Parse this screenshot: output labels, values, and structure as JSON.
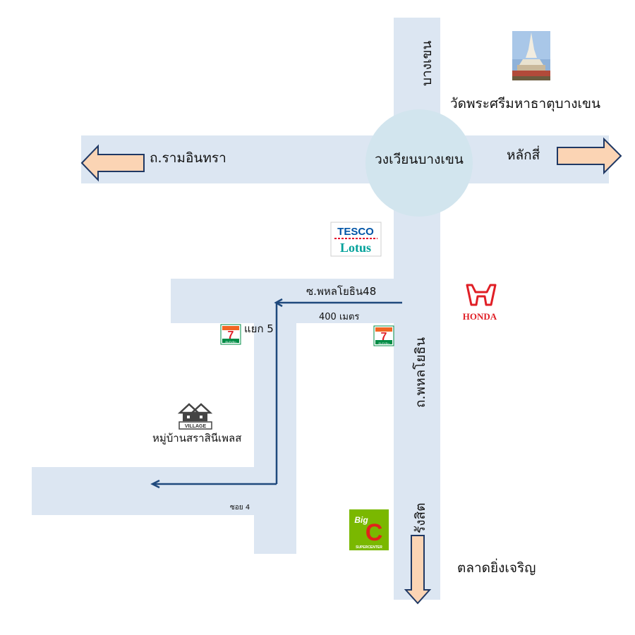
{
  "map": {
    "roads": {
      "north": "บางเขน",
      "west": "ถ.รามอินทรา",
      "east": "หลักสี่",
      "main_vertical": "ถ.พหลโยธิน",
      "south_direction": "รังสิต",
      "branch_road": "ซ.พหลโยธิน48",
      "branch_distance": "400 เมตร",
      "junction": "แยก 5",
      "alley": "ซอย 4"
    },
    "roundabout": "วงเวียนบางเขน",
    "landmarks": {
      "temple": "วัดพระศรีมหาธาตุบางเขน",
      "market": "ตลาดยิ่งเจริญ",
      "village": "หมู่บ้านสราสินีเพลส",
      "village_sign": "VILLAGE"
    },
    "logos": {
      "tesco_top": "TESCO",
      "tesco_bottom": "Lotus",
      "honda": "HONDA",
      "bigc_top": "Big",
      "bigc_letter": "C",
      "bigc_bottom": "SUPERCENTER",
      "seven_digit": "7",
      "seven_word": "ELEVEn"
    },
    "colors": {
      "road": "#dce6f2",
      "roundabout": "#d2e5ee",
      "route": "#1f497d",
      "arrow_fill": "#fbd4b4",
      "arrow_stroke": "#1f3864",
      "honda_red": "#e01f26",
      "seven_green": "#008c45",
      "seven_orange": "#f26522",
      "bigc_green": "#7ab800",
      "bigc_red": "#e2231a",
      "tesco_blue": "#0054a6",
      "tesco_red": "#e4002b"
    },
    "icons": [
      "roundabout",
      "temple-photo",
      "tesco-lotus-logo",
      "honda-logo",
      "seven-eleven-logo",
      "big-c-logo",
      "village-house-icon",
      "arrow-left",
      "arrow-right",
      "arrow-down"
    ]
  }
}
